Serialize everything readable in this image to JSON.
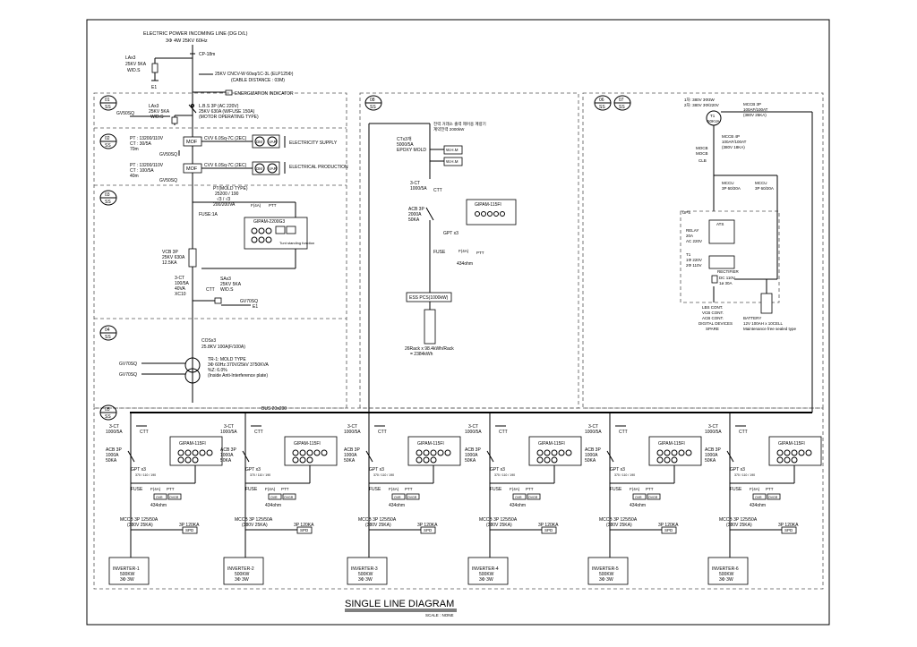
{
  "title": "SINGLE LINE DIAGRAM",
  "scale": "SCALE : NONE",
  "incoming": {
    "line1": "ELECTRIC POWER INCOMING LINE (DG D/L)",
    "line2": "3Φ 4W 25KV 60Hz",
    "la_label": [
      "LAx3",
      "25KV 5KA",
      "W/D.S"
    ],
    "e1": "E1",
    "cp": "CP-18m",
    "cable1": "25KV CNCV-W 60sq/1C-3L (ELP125Φ)",
    "cable2": "(CABLE DISTANCE : 03M)"
  },
  "energization": "ENERGIZATION INDICATOR",
  "sections": [
    {
      "num": "01",
      "ss": "SS"
    },
    {
      "num": "02",
      "ss": "SS"
    },
    {
      "num": "03",
      "ss": "SS"
    },
    {
      "num": "04",
      "ss": "SS"
    },
    {
      "num": "05",
      "ss": "SS"
    },
    {
      "num": "06",
      "ss": "SS"
    },
    {
      "num": "07",
      "ss": "SS"
    },
    {
      "num": "08",
      "ss": "SS"
    }
  ],
  "sec1": {
    "lbs": [
      "L.B.S 3P (AC 220V)",
      "25KV 630A (W/FUSE 150A)",
      "(MOTOR OPERATING TYPE)"
    ],
    "la": [
      "LAx3",
      "25KV 5KA",
      "W/D.S"
    ],
    "gv": "GV50SQ"
  },
  "sec2": {
    "pt1": [
      "PT : 13200/110V",
      "CT : 30/5A",
      "70m"
    ],
    "pt2": [
      "PT : 13200/110V",
      "CT : 100/5A",
      "40m"
    ],
    "mof": "MOF",
    "cvv": "CVV 6.0Sq-7C (2EC)",
    "dm": "DM",
    "var": "VAR",
    "supply": "ELECTRICITY SUPPLY",
    "production": "ELECTRICAL PRODUCTION",
    "gv": "GV50SQ"
  },
  "sec3": {
    "pt": [
      "PT(MOLD TYPE)",
      "25200 / 190",
      "√3 / √3",
      "200/200VA"
    ],
    "fuse": "FUSE:1A",
    "f4a": "F(4A)",
    "ptt": "PTT",
    "relay": "GIPAM-2200G3",
    "relay_note": "Tunt standing function",
    "vcb": [
      "VCB 3P",
      "25KV 630A",
      "12.5KA"
    ],
    "ct": [
      "3-CT",
      "100/5A",
      "40VA",
      "XC10"
    ],
    "ctt": "CTT",
    "sa": [
      "SAx3",
      "25KV 5KA",
      "W/D.S"
    ],
    "gv": "GV70SQ",
    "e1": "E1"
  },
  "sec4": {
    "cos": [
      "COSx3",
      "25.8KV 100A(F/100A)"
    ],
    "tr": [
      "TR-1: MOLD TYPE",
      "3Φ 60Hz 370V/25kV 3750KVA",
      "%Z: 6.0%",
      "(Inside Anti-Interference plate)"
    ],
    "gv1": "GV70SQ",
    "gv2": "GV70SQ"
  },
  "bus": "BUS 20x200",
  "ess": {
    "note": [
      "전력 거래소 출력 제어용 계량기",
      "계약전력 2000kW"
    ],
    "whm": "W.H.M",
    "ct": [
      "CTx3개",
      "5000/5A",
      "EPOXY MOLD"
    ],
    "ct3": [
      "3-CT",
      "1000/5A"
    ],
    "ctt": "CTT",
    "acb": [
      "ACB 3P",
      "2000A",
      "50KA"
    ],
    "relay": "GIPAM-115FI",
    "gpt": "GPT x3",
    "fuse": "FUSE",
    "f4a": "F(4A)",
    "ptt": "PTT",
    "ohm": "434ohm",
    "pcs": "ESS PCS(1000kW)",
    "rack": [
      "26Rack x 98.4kWh/Rack",
      "= 2384kWh"
    ]
  },
  "ups": {
    "tr": [
      "1차: 380V 3Φ3W",
      "2차: 380V 3Φ/220V"
    ],
    "tr_label": [
      "T1",
      "50KVA"
    ],
    "mccb_top": [
      "MCCB 3P",
      "100AF/100AT",
      "(380V 25KA)"
    ],
    "mccb_main": [
      "MCCB 4P",
      "100AF/100AT",
      "(380V 18KA)"
    ],
    "mocb": [
      "MOCB",
      "MOCB",
      "CLB"
    ],
    "mccb_a": [
      "MCCU",
      "3P 60/20A"
    ],
    "mccb_b": [
      "MCCU",
      "3P 60/20A"
    ],
    "ups": "UPS",
    "ats": "ATS",
    "relay_sec": [
      "RELAY",
      "20A",
      "AC 220V"
    ],
    "tx": [
      "T1",
      "1Φ 220V",
      "2Φ 110V"
    ],
    "rectifier": "RECTIFIER",
    "dc": [
      "DC 110V",
      "1ø 30A"
    ],
    "loads": [
      "LBS CONT.",
      "VCB CONT.",
      "ACB CONT.",
      "DIGITAL DEVICES",
      "SPARE"
    ],
    "battery": [
      "BATTERY",
      "12V 100AH x 10CELL",
      "Maintenance free sealed type"
    ]
  },
  "feeder": {
    "ct": [
      "3-CT",
      "1000/5A"
    ],
    "ctt": "CTT",
    "acb": [
      "ACB 3P",
      "1000A",
      "50KA"
    ],
    "relay": "GIPAM-115FI",
    "gpt": "GPT x3",
    "gpt_ratio": "370 / 110 / 190",
    "fuse": "FUSE",
    "f4a": "F(4A)",
    "ptt": "PTT",
    "ohm": "434ohm",
    "ovr": "OVR",
    "ovgr": "OVGR",
    "mccb": [
      "MCCB 3P 125/50A",
      "(380V 25KA)"
    ],
    "spd_rating": "3P 120KA",
    "spd": "SPD"
  },
  "inverters": [
    {
      "name": "INVERTER-1",
      "kw": "500KW",
      "phase": "3Φ 3W"
    },
    {
      "name": "INVERTER-2",
      "kw": "500KW",
      "phase": "3Φ 3W"
    },
    {
      "name": "INVERTER-3",
      "kw": "500KW",
      "phase": "3Φ 3W"
    },
    {
      "name": "INVERTER-4",
      "kw": "500KW",
      "phase": "3Φ 3W"
    },
    {
      "name": "INVERTER-5",
      "kw": "500KW",
      "phase": "3Φ 3W"
    },
    {
      "name": "INVERTER-6",
      "kw": "500KW",
      "phase": "3Φ 3W"
    }
  ]
}
